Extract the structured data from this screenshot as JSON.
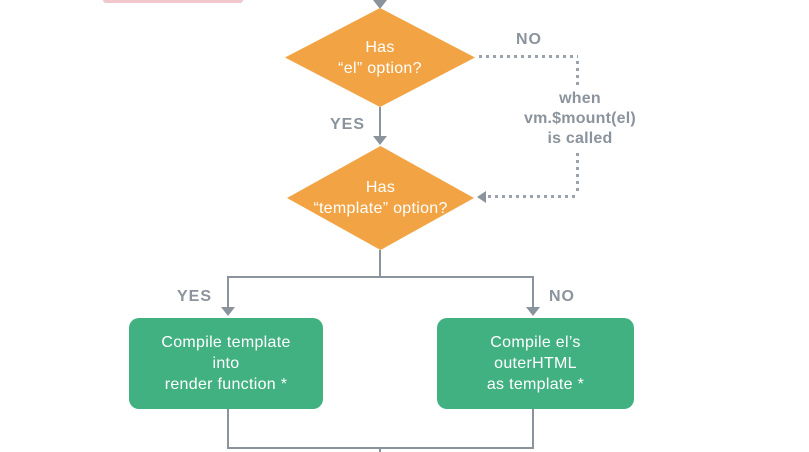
{
  "colors": {
    "orange": "#f2a444",
    "green": "#42b181",
    "line_gray": "#8b939d",
    "dot_gray": "#9aa2ab",
    "label_gray": "#8b939d",
    "pink": "#f2c6cd",
    "text_white": "#ffffff"
  },
  "flow": {
    "decision_el": {
      "line1": "Has",
      "line2": "“el” option?"
    },
    "decision_template": {
      "line1": "Has",
      "line2": "“template” option?"
    },
    "label_no_top": "NO",
    "label_yes_top": "YES",
    "label_yes_bottom": "YES",
    "label_no_bottom": "NO",
    "note_mount": {
      "line1": "when",
      "line2": "vm.$mount(el)",
      "line3": "is called"
    },
    "box_compile_template": {
      "line1": "Compile template",
      "line2": "into",
      "line3": "render function *"
    },
    "box_compile_el": {
      "line1": "Compile el’s",
      "line2": "outerHTML",
      "line3": "as template *"
    }
  }
}
